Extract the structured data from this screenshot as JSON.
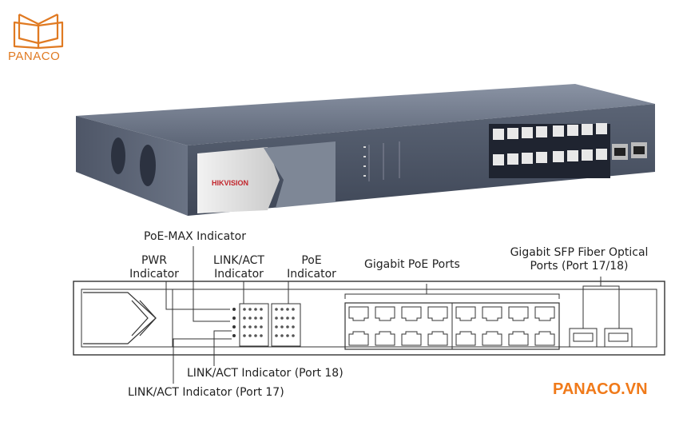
{
  "brand": {
    "name": "PANACO",
    "website": "PANACO.VN",
    "accent_color": "#e07a22"
  },
  "device": {
    "brand_logo_text": "HIKVISION"
  },
  "labels": {
    "poe_max": "PoE-MAX Indicator",
    "pwr_line1": "PWR",
    "pwr_line2": "Indicator",
    "link_act_line1": "LINK/ACT",
    "link_act_line2": "Indicator",
    "poe_line1": "PoE",
    "poe_line2": "Indicator",
    "gigabit_poe_ports": "Gigabit PoE Ports",
    "sfp_line1": "Gigabit SFP Fiber Optical",
    "sfp_line2": "Ports (Port 17/18)",
    "link_act_port18": "LINK/ACT Indicator (Port 18)",
    "link_act_port17": "LINK/ACT Indicator (Port 17)"
  },
  "icons": [
    "book-logo-icon",
    "rj45-port-icon",
    "sfp-port-icon",
    "chevron-icon"
  ]
}
